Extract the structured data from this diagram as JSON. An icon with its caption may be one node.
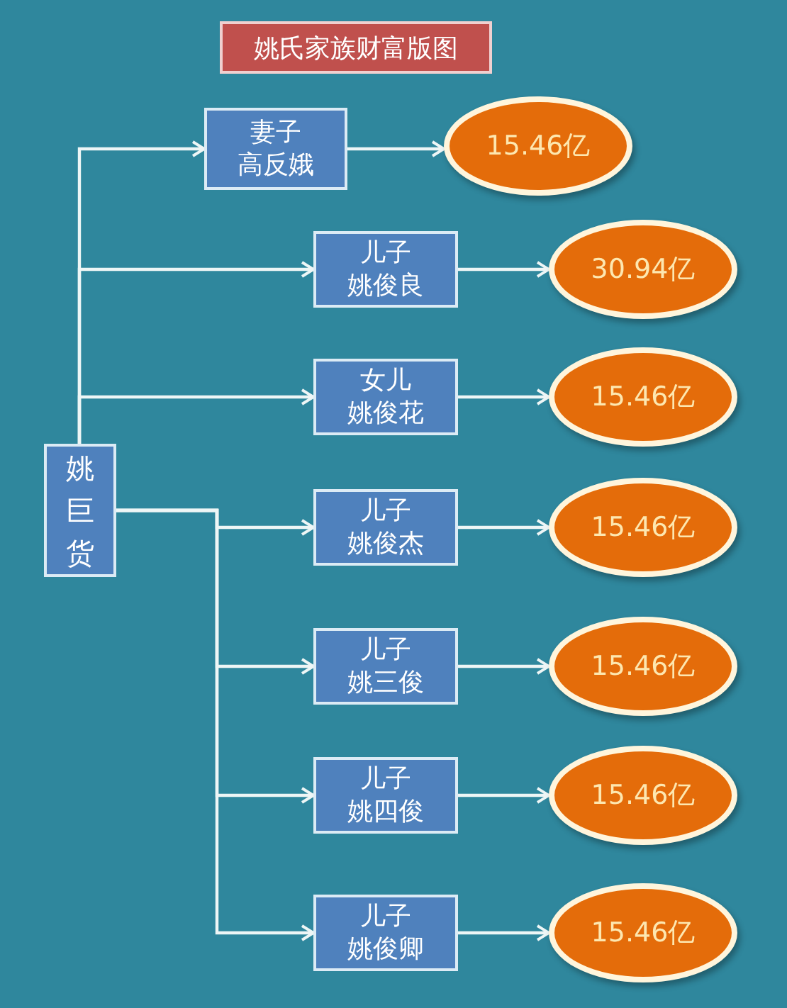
{
  "diagram": {
    "title": "姚氏家族财富版图",
    "nodes": [
      {
        "text": [
          "姚巨货"
        ]
      },
      {
        "text": [
          "妻子",
          "高反娥"
        ]
      },
      {
        "text": [
          "15.46亿"
        ]
      },
      {
        "text": [
          "儿子",
          "姚俊良"
        ]
      },
      {
        "text": [
          "30.94亿"
        ]
      },
      {
        "text": [
          "女儿",
          "姚俊花"
        ]
      },
      {
        "text": [
          "15.46亿"
        ]
      },
      {
        "text": [
          "儿子",
          "姚俊杰"
        ]
      },
      {
        "text": [
          "15.46亿"
        ]
      },
      {
        "text": [
          "儿子",
          "姚三俊"
        ]
      },
      {
        "text": [
          "15.46亿"
        ]
      },
      {
        "text": [
          "儿子",
          "姚四俊"
        ]
      },
      {
        "text": [
          "15.46亿"
        ]
      },
      {
        "text": [
          "儿子",
          "姚俊卿"
        ]
      },
      {
        "text": [
          "15.46亿"
        ]
      }
    ],
    "edges": [
      {
        "from": 0,
        "to": 1,
        "arrow": "to"
      },
      {
        "from": 1,
        "to": 2,
        "arrow": "to"
      },
      {
        "from": 0,
        "to": 3,
        "arrow": "to"
      },
      {
        "from": 3,
        "to": 4,
        "arrow": "to"
      },
      {
        "from": 0,
        "to": 5,
        "arrow": "to"
      },
      {
        "from": 5,
        "to": 6,
        "arrow": "to"
      },
      {
        "from": 0,
        "to": 7,
        "arrow": "to"
      },
      {
        "from": 7,
        "to": 8,
        "arrow": "to"
      },
      {
        "from": 0,
        "to": 9,
        "arrow": "to"
      },
      {
        "from": 9,
        "to": 10,
        "arrow": "to"
      },
      {
        "from": 0,
        "to": 11,
        "arrow": "to"
      },
      {
        "from": 11,
        "to": 12,
        "arrow": "to"
      },
      {
        "from": 0,
        "to": 13,
        "arrow": "to"
      },
      {
        "from": 13,
        "to": 14,
        "arrow": "to"
      }
    ]
  }
}
